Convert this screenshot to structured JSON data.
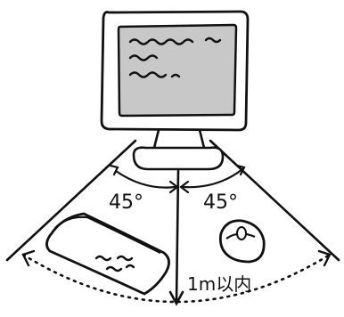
{
  "labels": {
    "left_angle": "45°",
    "right_angle": "45°",
    "distance": "1m以内"
  },
  "colors": {
    "ink": "#111111",
    "screen_fill": "#c8c8c8",
    "paper": "#ffffff"
  },
  "icons": {
    "monitor": "monitor-icon",
    "keyboard": "keyboard-icon",
    "mouse": "mouse-icon"
  }
}
